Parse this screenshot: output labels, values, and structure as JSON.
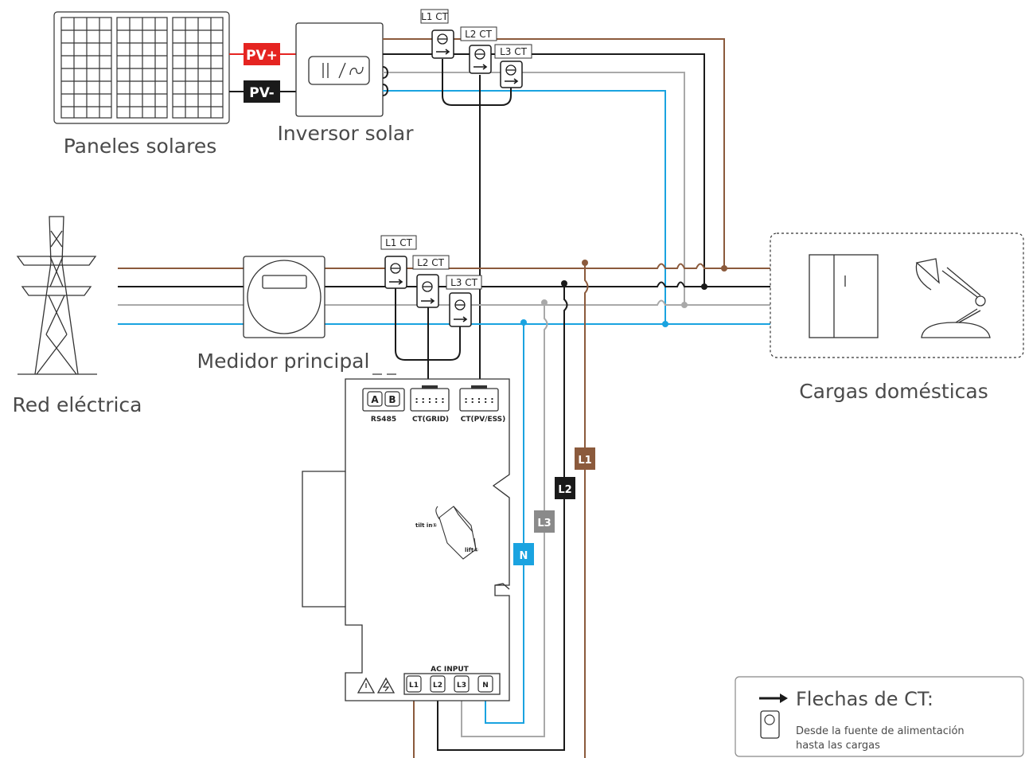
{
  "labels": {
    "panels": "Paneles solares",
    "inverter": "Inversor solar",
    "grid": "Red eléctrica",
    "meter": "Medidor principal",
    "loads": "Cargas domésticas"
  },
  "pv": {
    "plus": "PV+",
    "minus": "PV-"
  },
  "ct": {
    "l1": "L1 CT",
    "l2": "L2 CT",
    "l3": "L3 CT"
  },
  "device": {
    "rs485": "RS485",
    "ct_grid": "CT(GRID)",
    "ct_pv": "CT(PV/ESS)",
    "ac_input": "AC INPUT",
    "a": "A",
    "b": "B",
    "t_l1": "L1",
    "t_l2": "L2",
    "t_l3": "L3",
    "t_n": "N",
    "tilt": "tilt in①",
    "lift": "lift①"
  },
  "wire_tags": {
    "l1": "L1",
    "l2": "L2",
    "l3": "L3",
    "n": "N"
  },
  "legend": {
    "title": "Flechas de CT:",
    "desc1": "Desde la fuente de alimentación",
    "desc2": "hasta las cargas"
  },
  "colors": {
    "l1": "#8b5a3c",
    "l2": "#1a1a1a",
    "l3": "#a9a9a9",
    "n": "#1aa3e0",
    "pv_plus": "#e52421",
    "pv_minus": "#1a1a1a"
  }
}
